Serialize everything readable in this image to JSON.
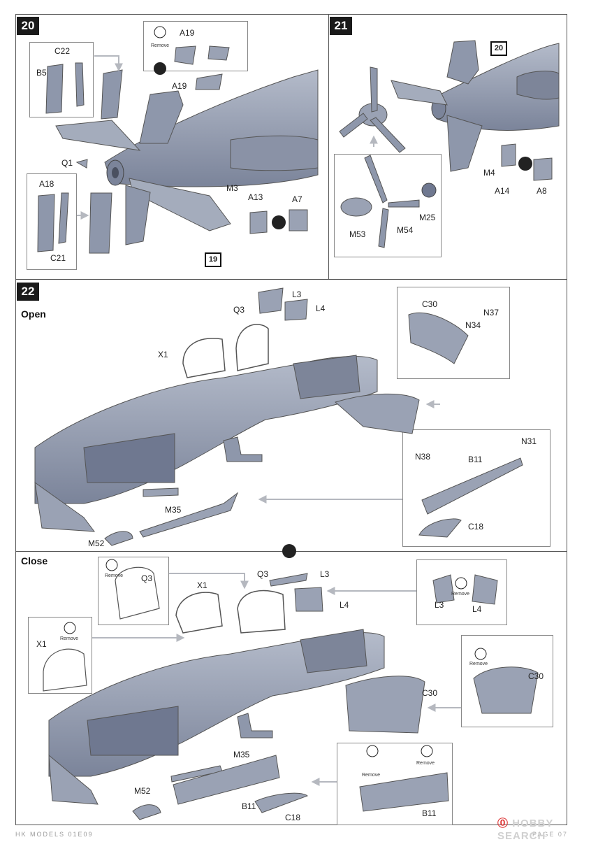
{
  "steps": {
    "s20": {
      "number": "20",
      "ref_box": "19",
      "remove_label": "Remove",
      "labels": {
        "a19_top": "A19",
        "a19_mid": "A19",
        "c22": "C22",
        "b5": "B5",
        "q1": "Q1",
        "a18": "A18",
        "c21": "C21",
        "m3": "M3",
        "a13": "A13",
        "a7": "A7"
      }
    },
    "s21": {
      "number": "21",
      "ref_box": "20",
      "labels": {
        "m4": "M4",
        "a14": "A14",
        "a8": "A8",
        "m25": "M25",
        "m53": "M53",
        "m54": "M54"
      }
    },
    "s22": {
      "number": "22",
      "open_title": "Open",
      "close_title": "Close",
      "remove_label": "Remove",
      "open_labels": {
        "x1": "X1",
        "q3": "Q3",
        "l3": "L3",
        "l4": "L4",
        "c30": "C30",
        "n37": "N37",
        "n34": "N34",
        "n31": "N31",
        "n38": "N38",
        "b11": "B11",
        "m35": "M35",
        "m52": "M52",
        "c18": "C18"
      },
      "close_labels": {
        "q3_inset": "Q3",
        "x1": "X1",
        "q3": "Q3",
        "l3": "L3",
        "l4": "L4",
        "l3_inset": "L3",
        "l4_inset": "L4",
        "x1_inset": "X1",
        "c30": "C30",
        "c30_inset": "C30",
        "m35": "M35",
        "m52": "M52",
        "b11": "B11",
        "c18": "C18",
        "b11_inset": "B11"
      }
    }
  },
  "footer": {
    "brand": "HK MODELS 01E09",
    "page": "PAGE 07"
  },
  "watermark": {
    "symbol": "⓪",
    "text": "HOBBY SEARCH"
  },
  "colors": {
    "part": "#9aa2b4",
    "part_dark": "#6f7890",
    "arrow": "#b5b8bf",
    "line": "#333333"
  }
}
